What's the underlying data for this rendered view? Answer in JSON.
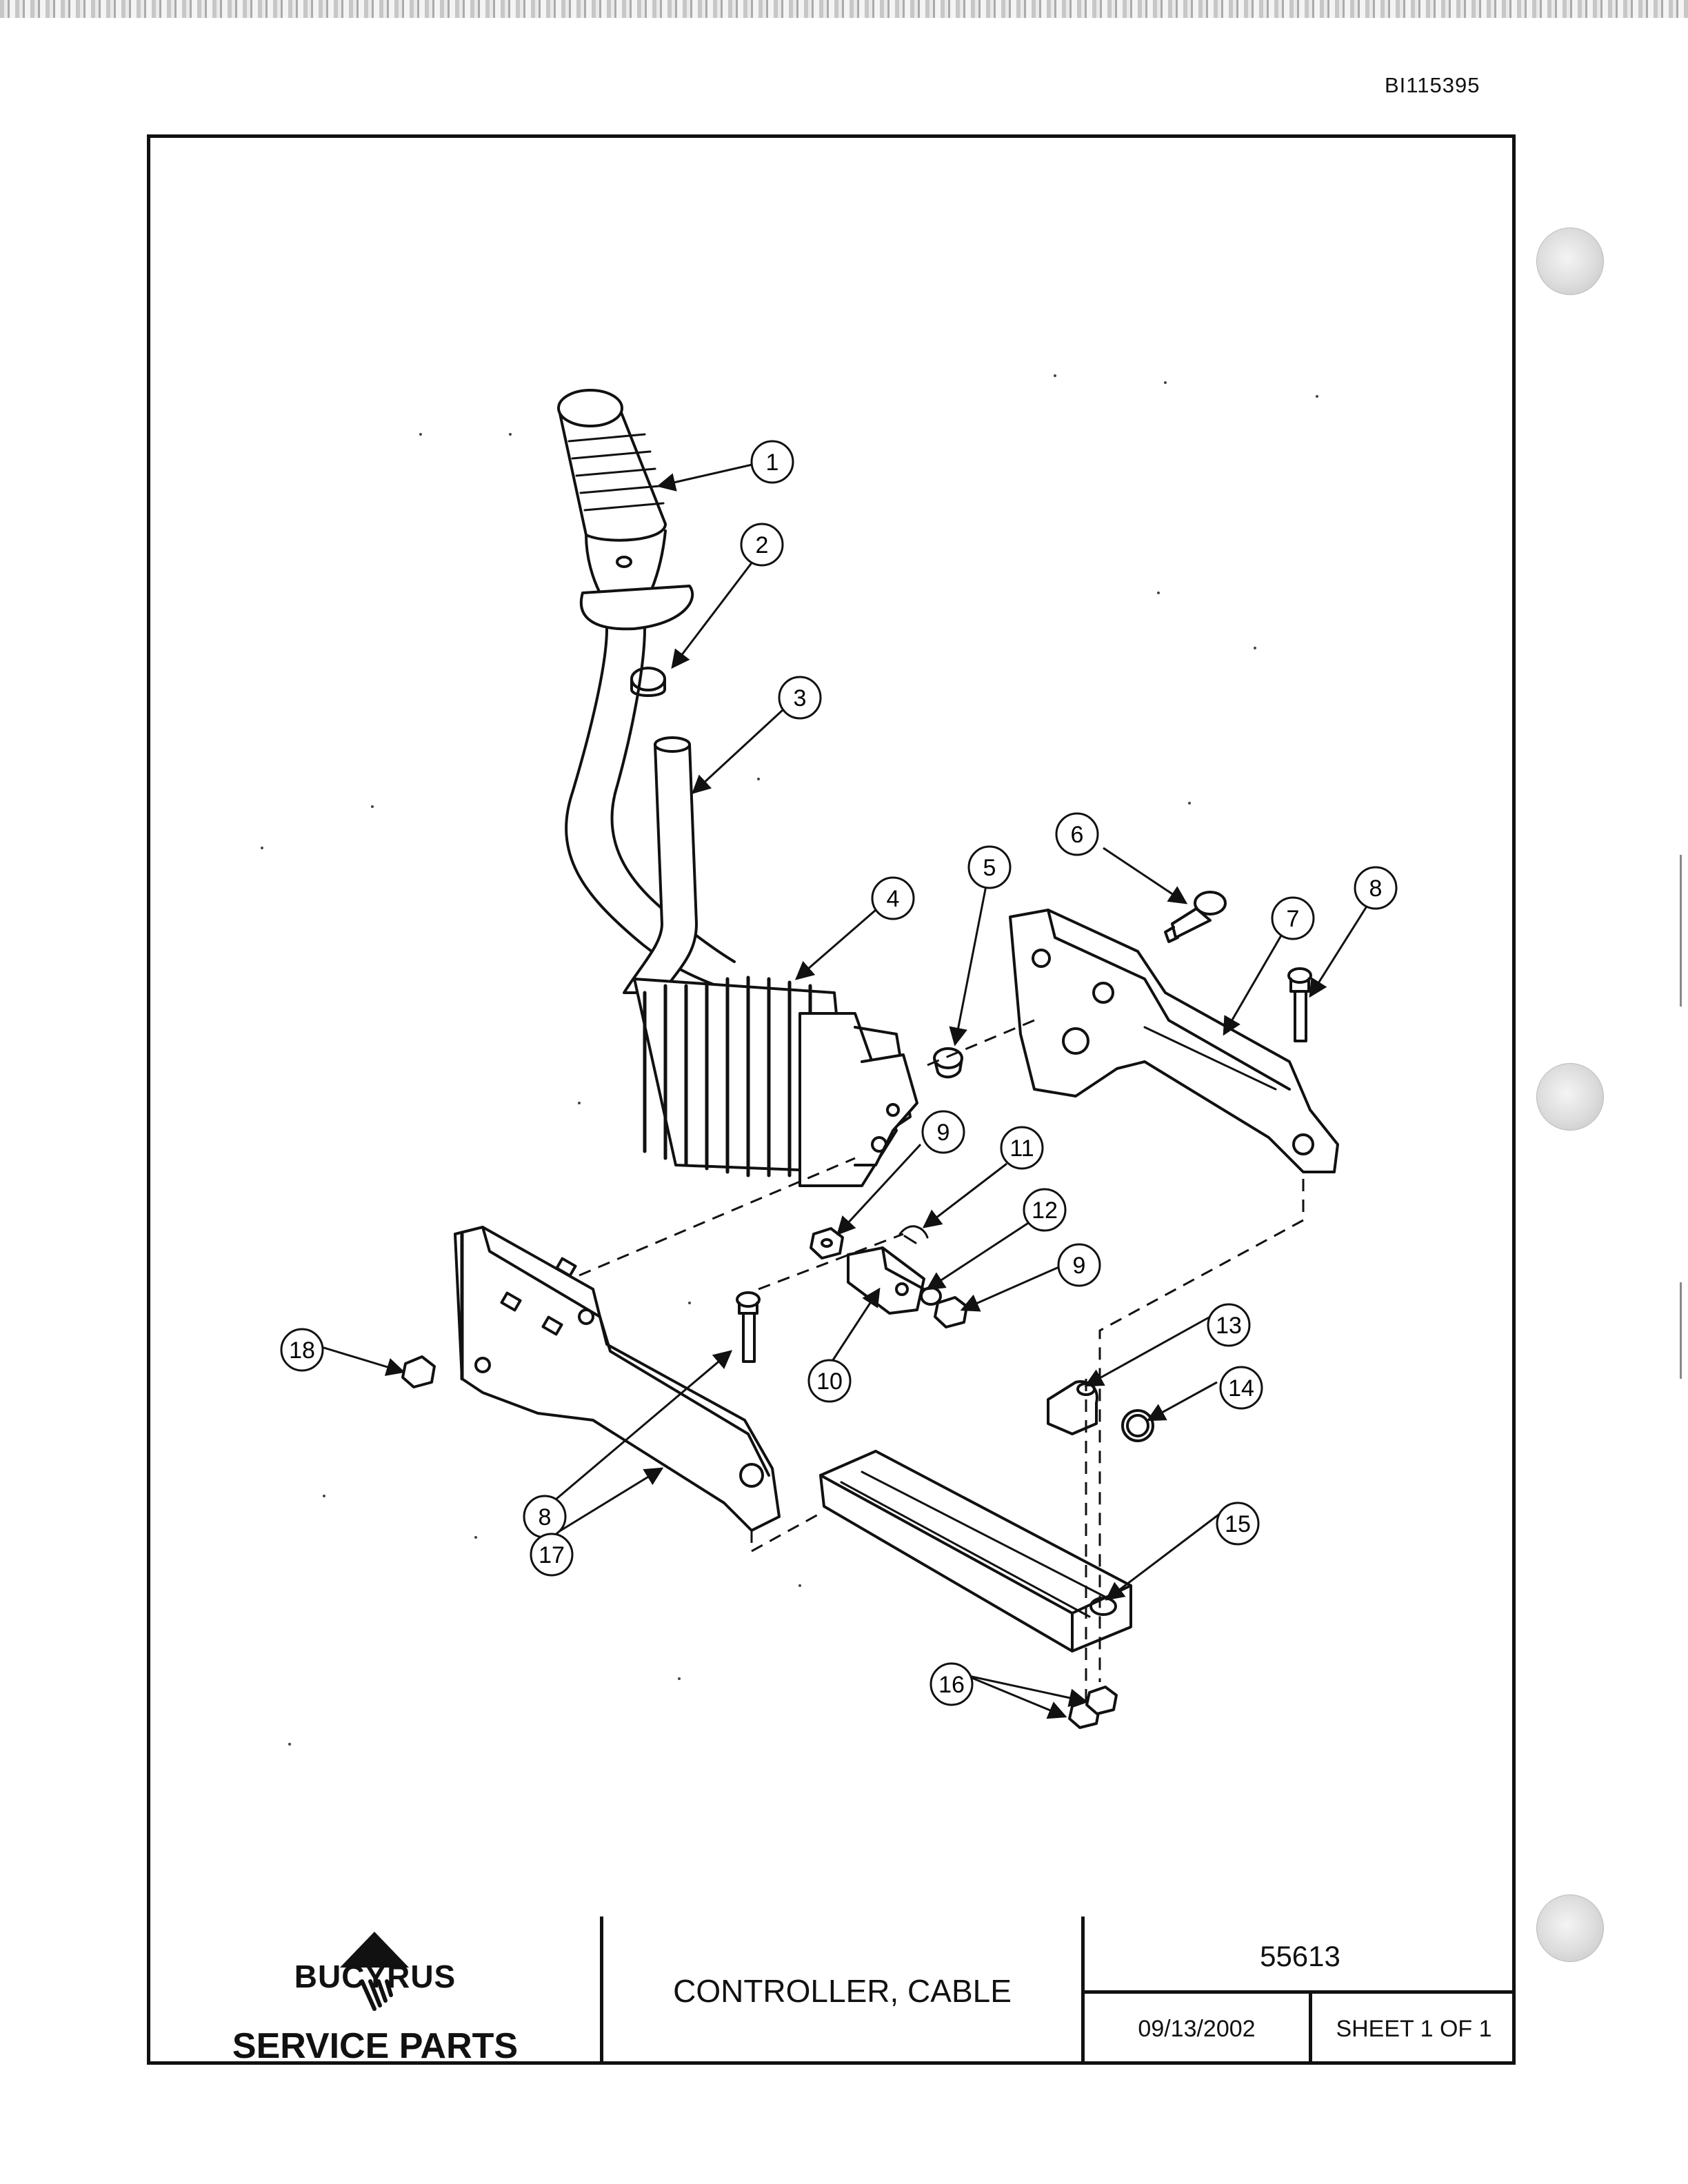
{
  "document": {
    "doc_id": "BI115395"
  },
  "drawing": {
    "callouts": [
      "1",
      "2",
      "3",
      "4",
      "5",
      "6",
      "7",
      "8",
      "9",
      "11",
      "12",
      "9",
      "10",
      "13",
      "14",
      "18",
      "8",
      "17",
      "15",
      "16"
    ]
  },
  "title_block": {
    "brand": "BUCYRUS",
    "label": "SERVICE PARTS",
    "title": "CONTROLLER, CABLE",
    "part_number": "55613",
    "date": "09/13/2002",
    "sheet": "SHEET 1 OF 1"
  }
}
